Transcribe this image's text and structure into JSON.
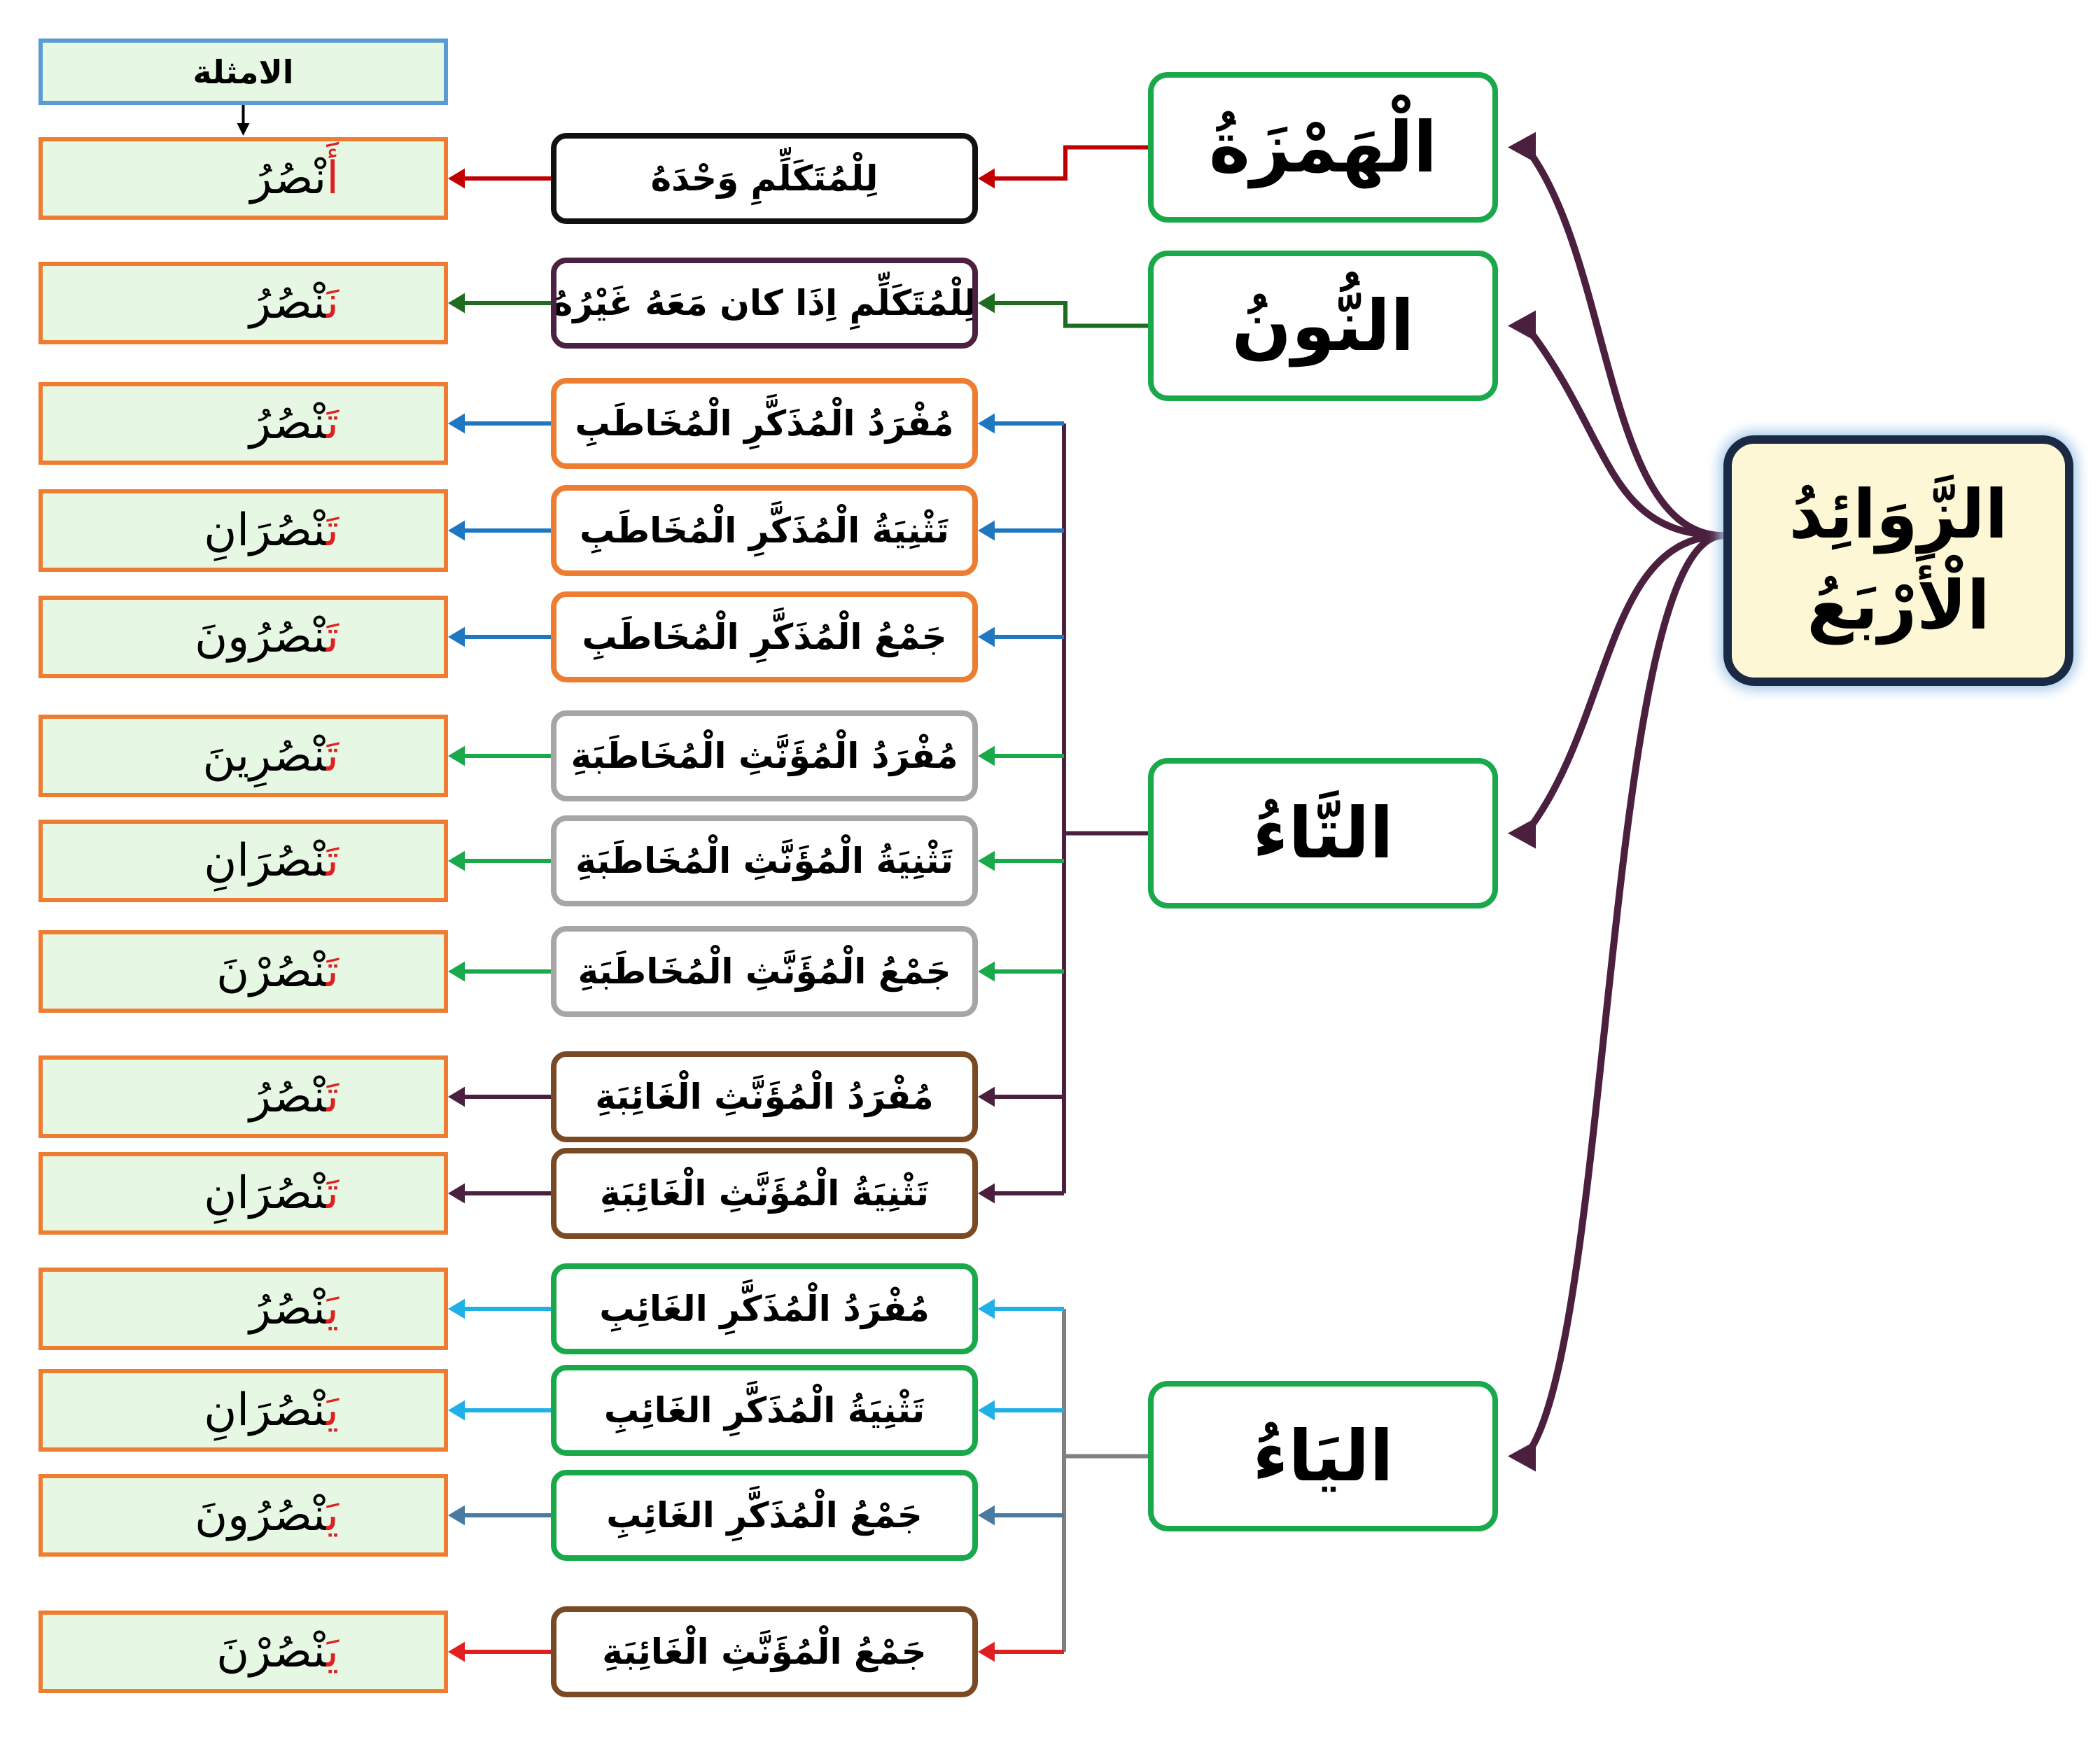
{
  "header": {
    "label": "الامثلة"
  },
  "root": {
    "line1": "الزَّوَائِدُ",
    "line2": "الْأَرْبَعُ"
  },
  "letters": [
    {
      "id": "hamza",
      "text": "الْهَمْزَةُ"
    },
    {
      "id": "noon",
      "text": "النُّونُ"
    },
    {
      "id": "taa",
      "text": "التَّاءُ"
    },
    {
      "id": "yaa",
      "text": "اليَاءُ"
    }
  ],
  "rows": [
    {
      "letter": "hamza",
      "desc": "لِلْمُتَكَلِّمِ وَحْدَهُ",
      "prefix": "أَ",
      "rest": "نْصُرُ",
      "border": "#111111",
      "arrow": "#c00000"
    },
    {
      "letter": "noon",
      "desc": "لِلْمُتَكَلِّمِ اِذَا كان مَعَهُ غَيْرُهُ",
      "prefix": "نَ",
      "rest": "نْصُرُ",
      "border": "#4b2040",
      "arrow": "#1f6b1f"
    },
    {
      "letter": "taa",
      "desc": "مُفْرَدُ الْمُذَكَّرِ الْمُخَاطَبِ",
      "prefix": "تَ",
      "rest": "نْصُرُ",
      "border": "#ed7d31",
      "arrow": "#1f77c0"
    },
    {
      "letter": "taa",
      "desc": "تَثْنِيَةُ الْمُذَكَّرِ الْمُخَاطَبِ",
      "prefix": "تَ",
      "rest": "نْصُرَانِ",
      "border": "#ed7d31",
      "arrow": "#1f77c0"
    },
    {
      "letter": "taa",
      "desc": "جَمْعُ الْمُذَكَّرِ الْمُخَاطَبِ",
      "prefix": "تَ",
      "rest": "نْصُرُونَ",
      "border": "#ed7d31",
      "arrow": "#1f77c0"
    },
    {
      "letter": "taa",
      "desc": "مُفْرَدُ الْمُؤَنَّثِ الْمُخَاطَبَةِ",
      "prefix": "تَ",
      "rest": "نْصُرِينَ",
      "border": "#a6a6a6",
      "arrow": "#19a84a"
    },
    {
      "letter": "taa",
      "desc": "تَثْنِيَةُ الْمُؤَنَّثِ الْمُخَاطَبَةِ",
      "prefix": "تَ",
      "rest": "نْصُرَانِ",
      "border": "#a6a6a6",
      "arrow": "#19a84a"
    },
    {
      "letter": "taa",
      "desc": "جَمْعُ الْمُؤَنَّثِ الْمُخَاطَبَةِ",
      "prefix": "تَ",
      "rest": "نْصُرْنَ",
      "border": "#a6a6a6",
      "arrow": "#19a84a"
    },
    {
      "letter": "taa",
      "desc": "مُفْرَدُ الْمُؤَنَّثِ الْغَائِبَةِ",
      "prefix": "تَ",
      "rest": "نْصُرُ",
      "border": "#7a4a24",
      "arrow": "#4b1f3e"
    },
    {
      "letter": "taa",
      "desc": "تَثْنِيَةُ الْمُؤَنَّثِ الْغَائِبَةِ",
      "prefix": "تَ",
      "rest": "نْصُرَانِ",
      "border": "#7a4a24",
      "arrow": "#4b1f3e"
    },
    {
      "letter": "yaa",
      "desc": "مُفْرَدُ الْمُذَكَّرِ الغَائِبِ",
      "prefix": "يَ",
      "rest": "نْصُرُ",
      "border": "#19a84a",
      "arrow": "#1fb0e6"
    },
    {
      "letter": "yaa",
      "desc": "تَثْنِيَةُ الْمُذَكَّرِ الغَائِبِ",
      "prefix": "يَ",
      "rest": "نْصُرَانِ",
      "border": "#19a84a",
      "arrow": "#1fb0e6"
    },
    {
      "letter": "yaa",
      "desc": "جَمْعُ الْمُذَكَّرِ الغَائِبِ",
      "prefix": "يَ",
      "rest": "نْصُرُونَ",
      "border": "#19a84a",
      "arrow": "#4a7aa0"
    },
    {
      "letter": "yaa",
      "desc": "جَمْعُ الْمُؤَنَّثِ الْغَائِبَةِ",
      "prefix": "يَ",
      "rest": "نْصُرْنَ",
      "border": "#7a4a24",
      "arrow": "#e02020"
    }
  ],
  "colors": {
    "curve": "#4b1f3e",
    "hamza_link": "#c00000",
    "noon_link": "#1f6b1f",
    "taa_link": "#4b1f3e",
    "yaa_link": "#808080",
    "header_arrow": "#000000"
  }
}
